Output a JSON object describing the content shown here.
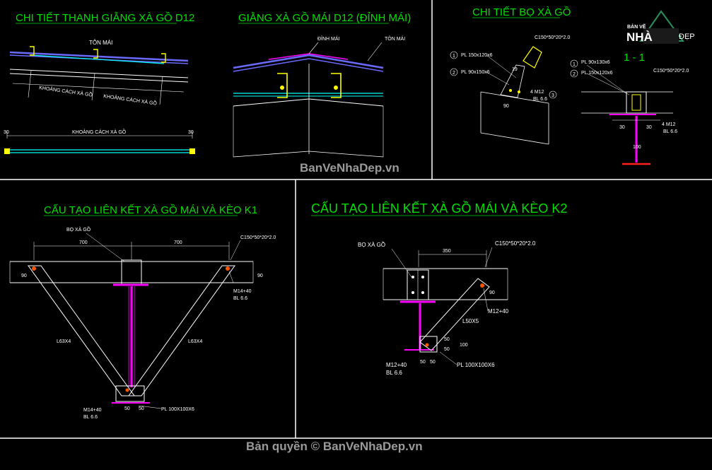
{
  "titles": {
    "purlin_bracing": "CHI TIẾT THANH GIẰNG  XÀ GỒ D12",
    "ridge_bracing": "GIẰNG XÀ GỒ MÁI D12 (ĐỈNH MÁI)",
    "purlin_cleat": "CHI TIẾT BỌ XÀ GỒ",
    "section_1_1": "1 - 1",
    "connection_k1": "CẤU TẠO LIÊN KẾT XÀ GỒ MÁI VÀ KÈO K1",
    "connection_k2": "CẤU TẠO LIÊN KẾT XÀ GỒ MÁI VÀ KÈO K2"
  },
  "labels": {
    "roof_sheet": "TÔN MÁI",
    "purlin_spacing": "KHOẢNG CÁCH XÀ GỒ",
    "ridge": "ĐỈNH MÁI",
    "dim_30": "30",
    "pl_150x120x6": "PL 150x120x6",
    "pl_90x150x6": "PL 90x150x6",
    "pl_90x130x6": "PL 90x130x6",
    "pl_150x120x6b": "PL 150x120x6",
    "c150": "C150*50*20*2.0",
    "m12_4": "4 M12",
    "bl_66": "BL 6.6",
    "n1": "1",
    "n2": "2",
    "n3": "3",
    "dim_50": "50",
    "dim_90": "90",
    "dim_100": "100",
    "dim_19": "19",
    "bo_xa_go": "BỌ XÀ GỒ",
    "dim_700a": "700",
    "dim_700b": "700",
    "m14_40": "M14+40",
    "l63x4a": "L63X4",
    "l63x4b": "L63X4",
    "pl_100x100x6": "PL 100X100X6",
    "dim_350": "350",
    "m12_40": "M12+40",
    "l50x5": "L50X5",
    "pl_100x100x6b": "PL 100X100X6"
  },
  "watermark": {
    "site": "BanVeNhaDep.vn",
    "copyright": "Bản quyền © BanVeNhaDep.vn",
    "logo_top": "BẢN VẼ",
    "logo_main": "NHÀ",
    "logo_side": "ĐẸP"
  },
  "colors": {
    "background": "#000000",
    "frame": "#ffffff",
    "title": "#00e000",
    "purlin": "#ffff00",
    "bracing": "#00ffff",
    "roof": "#6666ff",
    "ridge": "#ff00ff",
    "column": "#ff2020"
  }
}
